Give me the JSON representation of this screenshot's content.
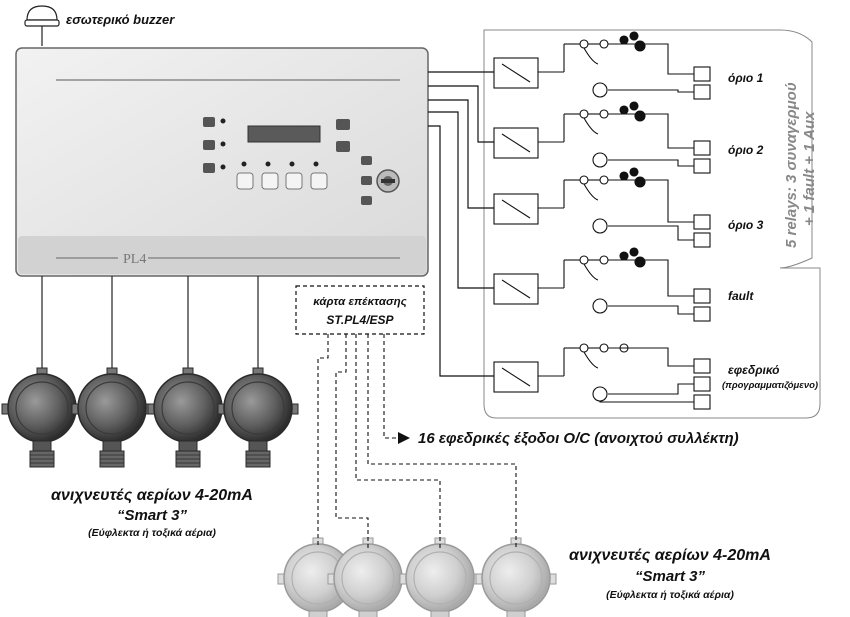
{
  "buzzer": {
    "label": "εσωτερικό buzzer"
  },
  "panel": {
    "model": "PL4"
  },
  "relays": {
    "group_label": "5 relays: 3 συναγερμού",
    "group_label_2": "+ 1 fault + 1 Aux",
    "outputs": [
      {
        "label": "όριο 1"
      },
      {
        "label": "όριο 2"
      },
      {
        "label": "όριο 3"
      },
      {
        "label": "fault"
      },
      {
        "label": "εφεδρικό",
        "sublabel": "(προγραμματιζόμενο)"
      }
    ]
  },
  "expansion": {
    "line1": "κάρτα επέκτασης",
    "line2": "ST.PL4/ESP"
  },
  "oc_outputs": {
    "label": "16 εφεδρικές έξοδοι O/C (ανοιχτού συλλέκτη)"
  },
  "detectors_main": {
    "title": "ανιχνευτές αερίων 4-20mA",
    "model": "“Smart 3”",
    "note": "(Εύφλεκτα ή τοξικά αέρια)"
  },
  "detectors_ext": {
    "title": "ανιχνευτές αερίων 4-20mA",
    "model": "“Smart 3”",
    "note": "(Εύφλεκτα ή τοξικά αέρια)"
  },
  "colors": {
    "panel_face": "#e6e6e6",
    "detector_dark": "#6a6a6a",
    "detector_light": "#c8c8c8",
    "line": "#111111"
  }
}
